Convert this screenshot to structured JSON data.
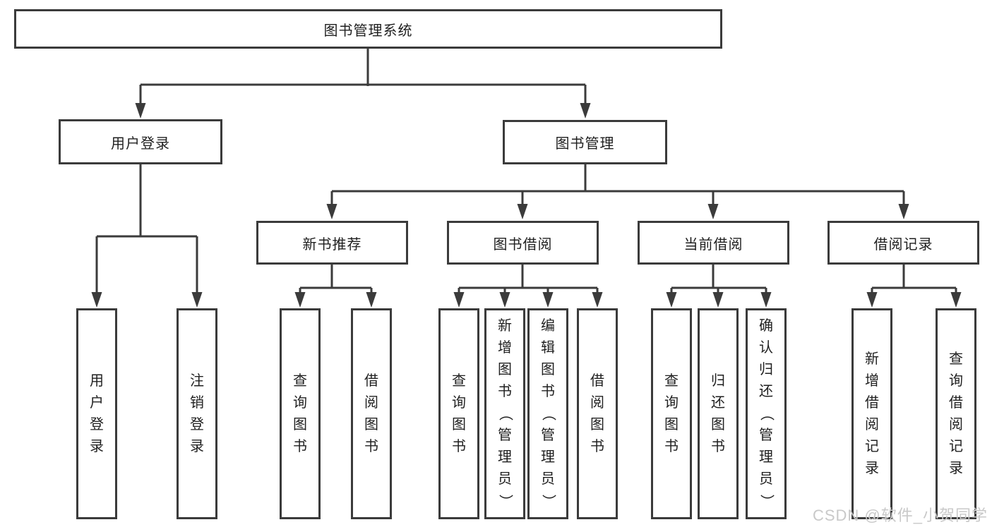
{
  "colors": {
    "line": "#3b3b3b",
    "text": "#1f1f1f",
    "box_bg": "#ffffff",
    "watermark": "#c9c9c9"
  },
  "watermark": "CSDN @软件_小贺同学",
  "tree": {
    "root": "图书管理系统",
    "branches": [
      {
        "label": "用户登录",
        "children": [
          "用户登录",
          "注销登录"
        ]
      },
      {
        "label": "图书管理",
        "groups": [
          {
            "label": "新书推荐",
            "children": [
              "查询图书",
              "借阅图书"
            ]
          },
          {
            "label": "图书借阅",
            "children": [
              "查询图书",
              "新增图书（管理员）",
              "编辑图书（管理员）",
              "借阅图书"
            ]
          },
          {
            "label": "当前借阅",
            "children": [
              "查询图书",
              "归还图书",
              "确认归还（管理员）"
            ]
          },
          {
            "label": "借阅记录",
            "children": [
              "新增借阅记录",
              "查询借阅记录"
            ]
          }
        ]
      }
    ]
  }
}
